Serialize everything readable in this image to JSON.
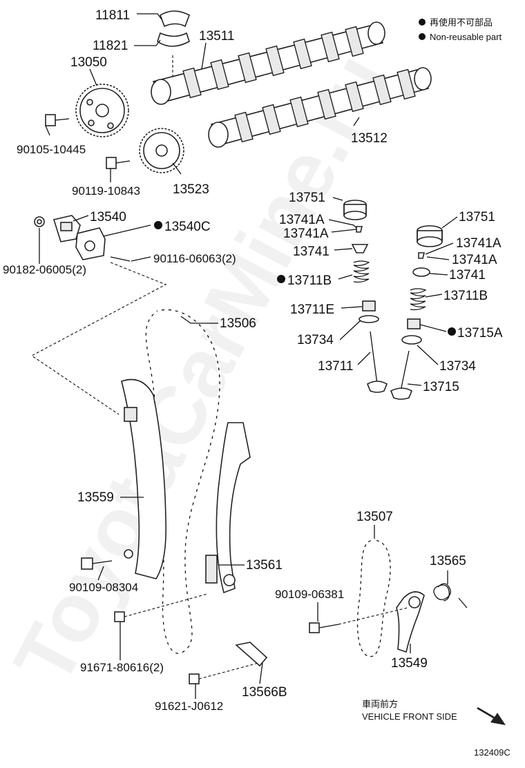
{
  "legend": {
    "japanese": "再使用不可部品",
    "english": "Non-reusable part"
  },
  "direction": {
    "japanese": "車両前方",
    "english": "VEHICLE FRONT SIDE"
  },
  "diagram_code": "132409C",
  "watermark": "ToyotaCarMine.ru",
  "parts": {
    "p11811": "11811",
    "p11821": "11821",
    "p13511": "13511",
    "p13050": "13050",
    "p90105": "90105-10445",
    "p13512": "13512",
    "p90119": "90119-10843",
    "p13523": "13523",
    "p13751a": "13751",
    "p13741a1": "13741A",
    "p13741a2": "13741A",
    "p13741a": "13741",
    "p13711b": "13711B",
    "p13711e": "13711E",
    "p13734a": "13734",
    "p13711": "13711",
    "p13751b": "13751",
    "p13741a3": "13741A",
    "p13741a4": "13741A",
    "p13741b": "13741",
    "p13711b2": "13711B",
    "p13715a": "13715A",
    "p13734b": "13734",
    "p13715": "13715",
    "p13540": "13540",
    "p13540c": "13540C",
    "p90182": "90182-06005(2)",
    "p90116": "90116-06063(2)",
    "p13506": "13506",
    "p13559": "13559",
    "p90109a": "90109-08304",
    "p13561": "13561",
    "p91671": "91671-80616(2)",
    "p91621": "91621-J0612",
    "p13566b": "13566B",
    "p13507": "13507",
    "p13565": "13565",
    "p90109b": "90109-06381",
    "p13549": "13549"
  }
}
